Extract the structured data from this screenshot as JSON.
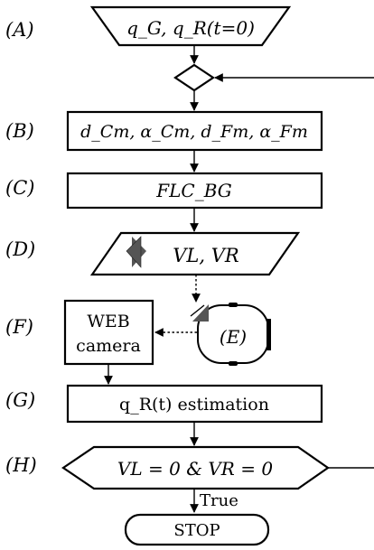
{
  "steps": {
    "A": {
      "tag": "(A)",
      "text": "q_G, q_R(t=0)"
    },
    "B": {
      "tag": "(B)",
      "text": "d_Cm, α_Cm, d_Fm, α_Fm"
    },
    "C": {
      "tag": "(C)",
      "text": "FLC_BG"
    },
    "D": {
      "tag": "(D)",
      "text": "VL, VR"
    },
    "E": {
      "tag": "(E)"
    },
    "F": {
      "tag": "(F)",
      "line1": "WEB",
      "line2": "camera"
    },
    "G": {
      "tag": "(G)",
      "text": "q_R(t) estimation"
    },
    "H": {
      "tag": "(H)",
      "text": "VL = 0 & VR = 0"
    }
  },
  "true_label": "True",
  "stop_label": "STOP",
  "colors": {
    "stroke": "#000000",
    "fill_dark": "#555555",
    "background": "#ffffff"
  },
  "icons": {
    "bluetooth": "bluetooth-icon",
    "robot": "robot-icon",
    "antenna": "antenna-icon"
  }
}
